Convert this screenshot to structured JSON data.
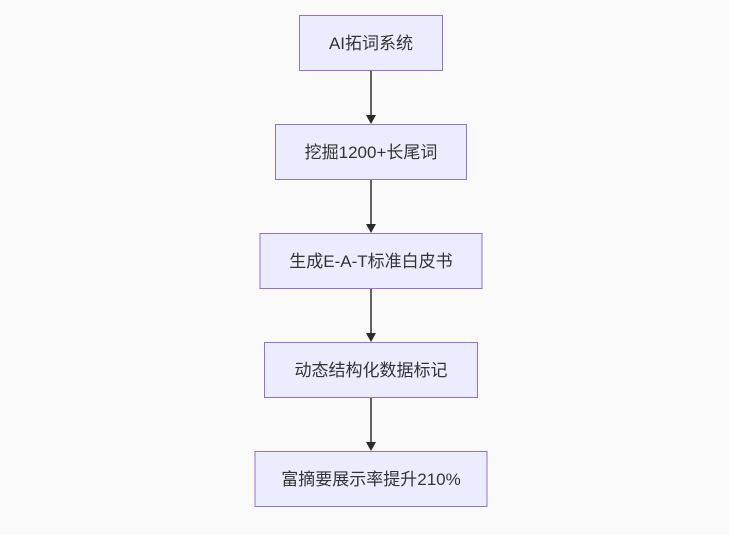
{
  "diagram": {
    "type": "flowchart",
    "direction": "top-down",
    "nodes": [
      {
        "id": "n1",
        "label": "AI拓词系统"
      },
      {
        "id": "n2",
        "label": "挖掘1200+长尾词"
      },
      {
        "id": "n3",
        "label": "生成E-A-T标准白皮书"
      },
      {
        "id": "n4",
        "label": "动态结构化数据标记"
      },
      {
        "id": "n5",
        "label": "富摘要展示率提升210%"
      }
    ],
    "edges": [
      {
        "from": "n1",
        "to": "n2",
        "style": "arrow-down"
      },
      {
        "from": "n2",
        "to": "n3",
        "style": "arrow-down"
      },
      {
        "from": "n3",
        "to": "n4",
        "style": "arrow-down"
      },
      {
        "from": "n4",
        "to": "n5",
        "style": "arrow-down"
      }
    ],
    "colors": {
      "background": "#fafafa",
      "node_fill": "#ECECFF",
      "node_border": "#9370DB",
      "node_text": "#333333",
      "edge_line": "#616161",
      "edge_arrow": "#2b2b2b"
    }
  }
}
